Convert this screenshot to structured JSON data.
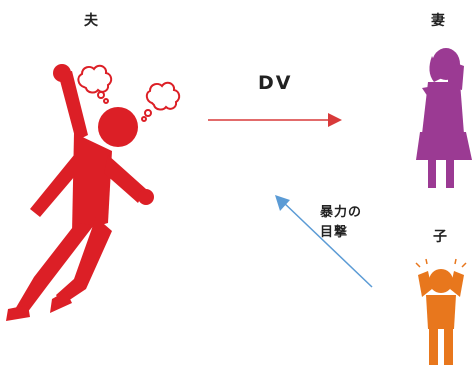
{
  "labels": {
    "husband": "夫",
    "wife": "妻",
    "child": "子",
    "dv": "DV",
    "witness_line1": "暴力の",
    "witness_line2": "目撃"
  },
  "colors": {
    "husband": "#dc1f26",
    "wife": "#9b3a93",
    "child": "#e8771d",
    "dv_arrow": "#d83a3a",
    "witness_arrow": "#5b9bd5"
  },
  "icons": {
    "husband": "angry-man-figure",
    "wife": "crying-woman-figure",
    "child": "scared-child-figure",
    "steam_1": "anger-steam-cloud",
    "steam_2": "anger-steam-cloud"
  }
}
